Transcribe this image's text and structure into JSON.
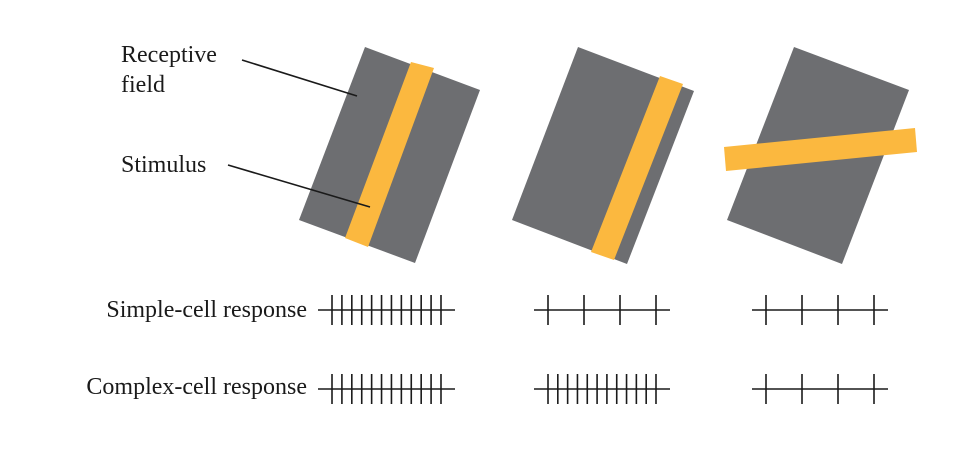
{
  "labels": {
    "receptive_field_line1": "Receptive",
    "receptive_field_line2": "field",
    "stimulus": "Stimulus",
    "simple_cell_response": "Simple-cell response",
    "complex_cell_response": "Complex-cell response"
  },
  "colors": {
    "receptive_field": "#6d6e71",
    "stimulus_bar": "#fbb83f",
    "lines": "#1a1a1a",
    "background": "#ffffff"
  },
  "conditions": [
    {
      "stimulus_position": "center",
      "stimulus_orientation": "preferred",
      "simple_cell_spikes": 12,
      "complex_cell_spikes": 12
    },
    {
      "stimulus_position": "offset",
      "stimulus_orientation": "preferred",
      "simple_cell_spikes": 4,
      "complex_cell_spikes": 12
    },
    {
      "stimulus_position": "center",
      "stimulus_orientation": "non-preferred",
      "simple_cell_spikes": 4,
      "complex_cell_spikes": 4
    }
  ]
}
